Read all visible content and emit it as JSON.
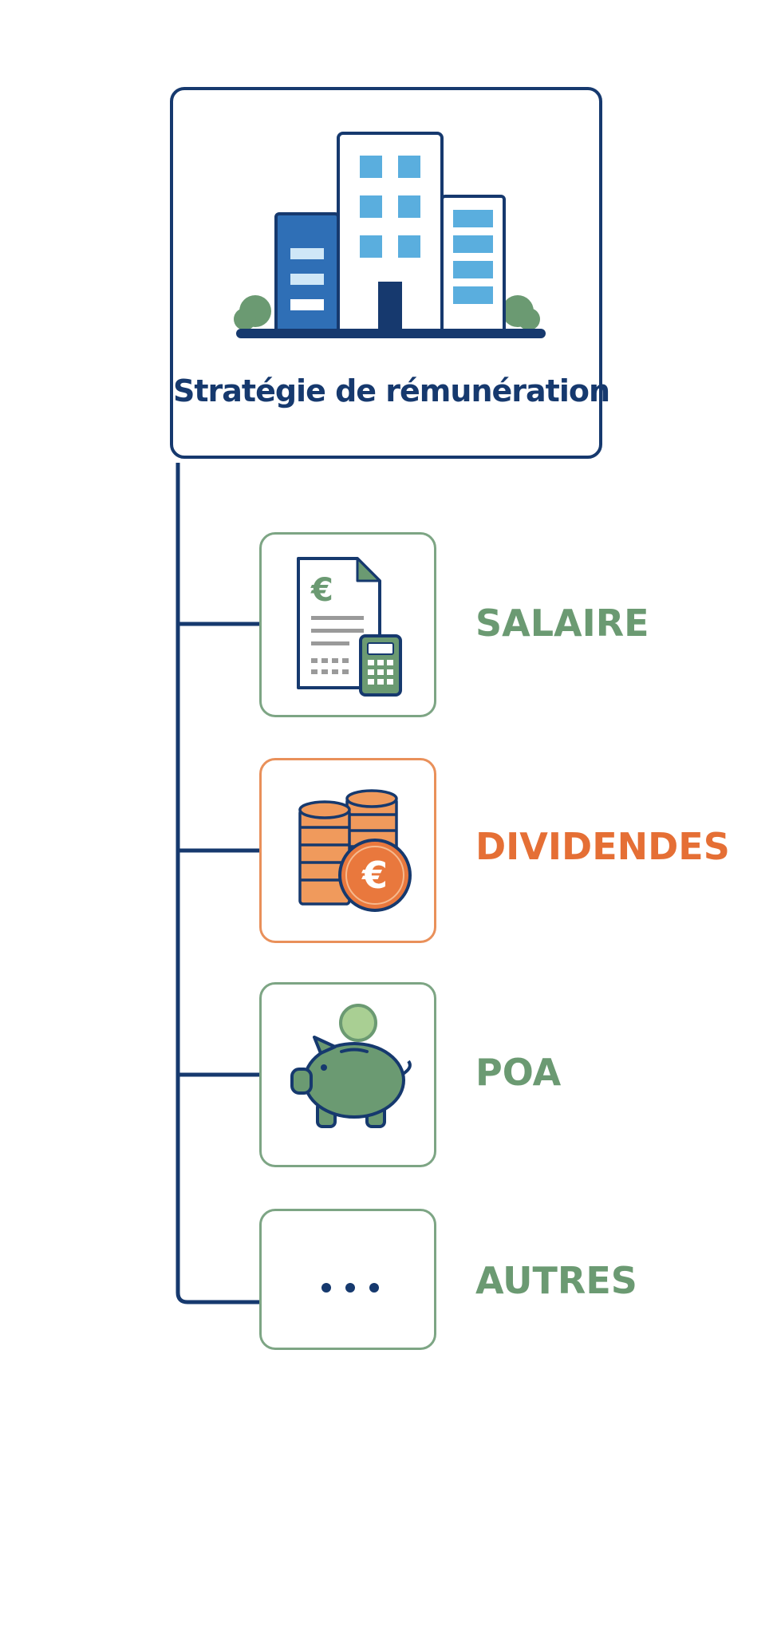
{
  "root": {
    "title": "Stratégie de rémunération",
    "icon": "office-buildings-icon"
  },
  "colors": {
    "navy": "#16396e",
    "green": "#6b9a72",
    "green_border": "#7da584",
    "orange": "#e56f35",
    "orange_border": "#e9905a",
    "light_blue": "#5aaede",
    "coin_orange": "#f09a5c"
  },
  "branches": [
    {
      "label": "SALAIRE",
      "icon": "payslip-calculator-icon",
      "color": "#6b9a72"
    },
    {
      "label": "DIVIDENDES",
      "icon": "euro-coins-icon",
      "color": "#e56f35"
    },
    {
      "label": "POA",
      "icon": "piggy-bank-icon",
      "color": "#6b9a72"
    },
    {
      "label": "AUTRES",
      "icon": "ellipsis-icon",
      "color": "#6b9a72"
    }
  ],
  "ellipsis_text": "..."
}
